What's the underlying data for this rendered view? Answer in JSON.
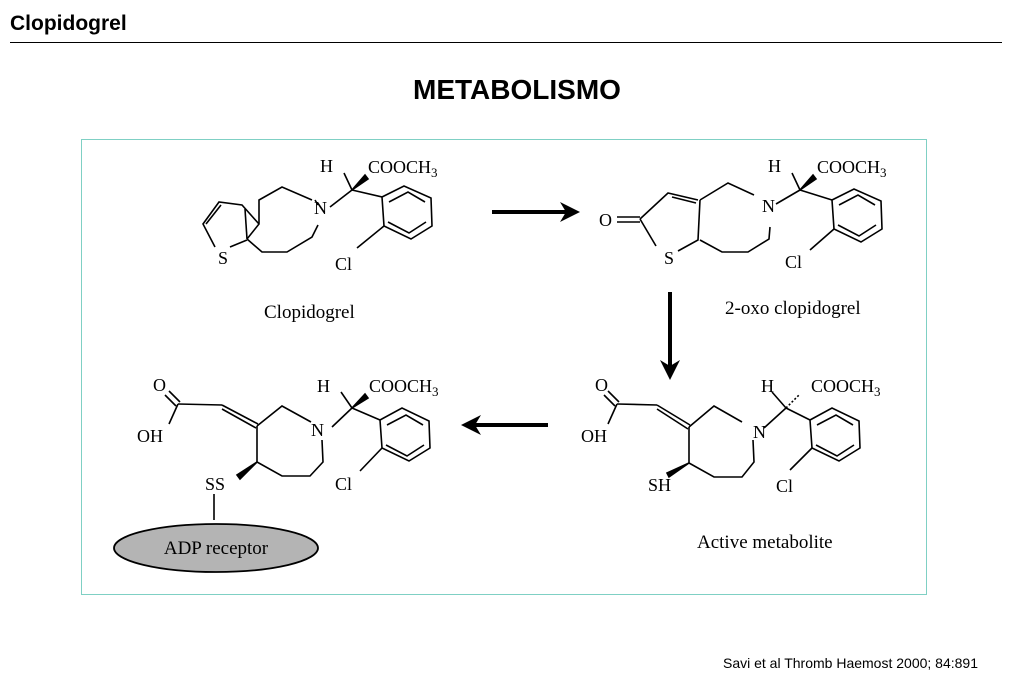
{
  "header": {
    "title": "Clopidogrel"
  },
  "slide": {
    "title": "METABOLISMO"
  },
  "diagram": {
    "compounds": {
      "clopidogrel": {
        "caption": "Clopidogrel",
        "atoms": {
          "s": "S",
          "n": "N",
          "h": "H",
          "ester": "COOCH",
          "sub": "3",
          "cl": "Cl"
        }
      },
      "oxo": {
        "caption": "2-oxo clopidogrel",
        "atoms": {
          "o": "O",
          "s": "S",
          "n": "N",
          "h": "H",
          "ester": "COOCH",
          "sub": "3",
          "cl": "Cl"
        }
      },
      "active": {
        "caption": "Active metabolite",
        "atoms": {
          "o": "O",
          "oh": "OH",
          "sh": "SH",
          "n": "N",
          "h": "H",
          "ester": "COOCH",
          "sub": "3",
          "cl": "Cl"
        }
      },
      "bound": {
        "atoms": {
          "o": "O",
          "oh": "OH",
          "ss": "SS",
          "n": "N",
          "h": "H",
          "ester": "COOCH",
          "sub": "3",
          "cl": "Cl"
        }
      }
    },
    "receptor": {
      "label": "ADP receptor",
      "fill": "#b4b4b4"
    },
    "colors": {
      "border": "#7fd0c4"
    }
  },
  "citation": "Savi et al Thromb Haemost 2000; 84:891"
}
